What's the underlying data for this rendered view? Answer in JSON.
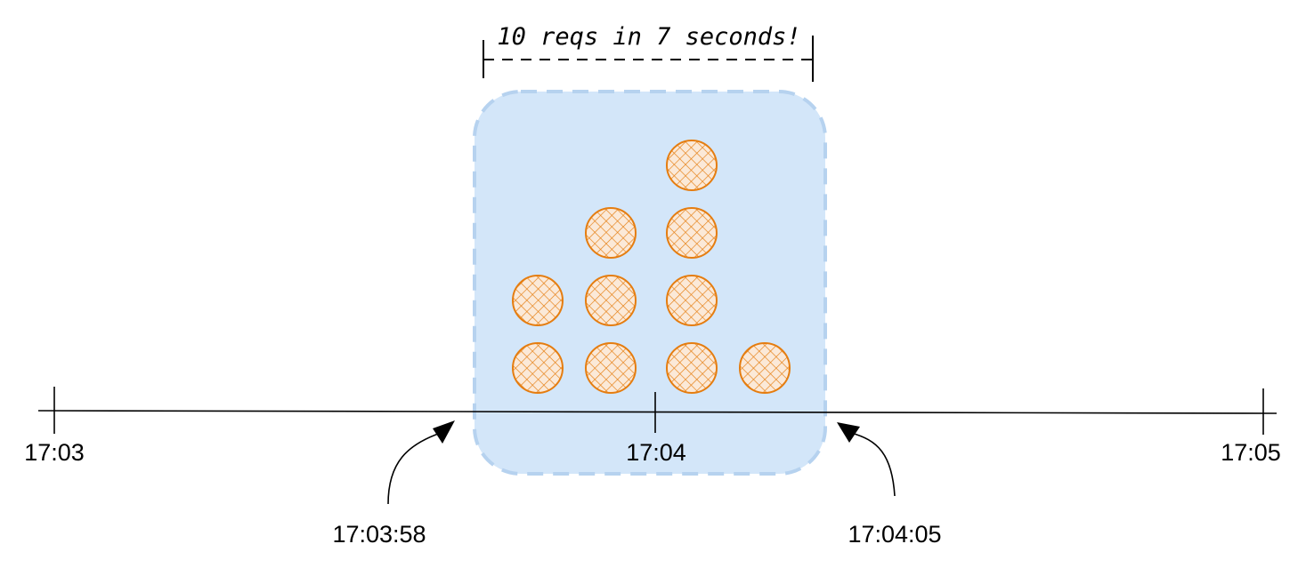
{
  "window_annotation": "10 reqs in 7 seconds!",
  "timeline": {
    "ticks": [
      {
        "label": "17:03"
      },
      {
        "label": "17:04"
      },
      {
        "label": "17:05"
      }
    ]
  },
  "window_markers": {
    "start": "17:03:58",
    "end": "17:04:05"
  },
  "requests": {
    "columns": [
      2,
      3,
      4,
      1
    ]
  },
  "colors": {
    "window_fill": "#d3e6f9",
    "window_border": "#b6d2ef",
    "request_fill": "#e57d10",
    "request_stroke": "#e57d10",
    "axis": "#000000"
  },
  "icons": {
    "request": "hatched-circle",
    "arrow": "curved-arrow"
  }
}
